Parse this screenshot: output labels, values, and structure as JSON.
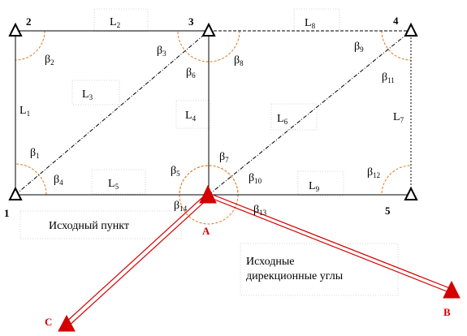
{
  "nodes": {
    "n1": "1",
    "n2": "2",
    "n3": "3",
    "n4": "4",
    "n5": "5",
    "A": "A",
    "B": "B",
    "C": "C"
  },
  "segments": [
    {
      "id": "L1",
      "letter": "L",
      "sub": "1"
    },
    {
      "id": "L2",
      "letter": "L",
      "sub": "2"
    },
    {
      "id": "L3",
      "letter": "L",
      "sub": "3"
    },
    {
      "id": "L4",
      "letter": "L",
      "sub": "4"
    },
    {
      "id": "L5",
      "letter": "L",
      "sub": "5"
    },
    {
      "id": "L6",
      "letter": "L",
      "sub": "6"
    },
    {
      "id": "L7",
      "letter": "L",
      "sub": "7"
    },
    {
      "id": "L8",
      "letter": "L",
      "sub": "8"
    },
    {
      "id": "L9",
      "letter": "L",
      "sub": "9"
    }
  ],
  "angles": [
    {
      "id": "b1",
      "letter": "β",
      "sub": "1"
    },
    {
      "id": "b2",
      "letter": "β",
      "sub": "2"
    },
    {
      "id": "b3",
      "letter": "β",
      "sub": "3"
    },
    {
      "id": "b4",
      "letter": "β",
      "sub": "4"
    },
    {
      "id": "b5",
      "letter": "β",
      "sub": "5"
    },
    {
      "id": "b6",
      "letter": "β",
      "sub": "6"
    },
    {
      "id": "b7",
      "letter": "β",
      "sub": "7"
    },
    {
      "id": "b8",
      "letter": "β",
      "sub": "8"
    },
    {
      "id": "b9",
      "letter": "β",
      "sub": "9"
    },
    {
      "id": "b10",
      "letter": "β",
      "sub": "10"
    },
    {
      "id": "b11",
      "letter": "β",
      "sub": "11"
    },
    {
      "id": "b12",
      "letter": "β",
      "sub": "12"
    },
    {
      "id": "b13",
      "letter": "β",
      "sub": "13"
    },
    {
      "id": "b14",
      "letter": "β",
      "sub": "14"
    }
  ],
  "captions": {
    "source_point": "Исходный пункт",
    "source_angles_line1": "Исходные",
    "source_angles_line2": "дирекционные углы"
  },
  "colors": {
    "line": "#000000",
    "arc": "#e07a20",
    "accent": "#d40000"
  }
}
